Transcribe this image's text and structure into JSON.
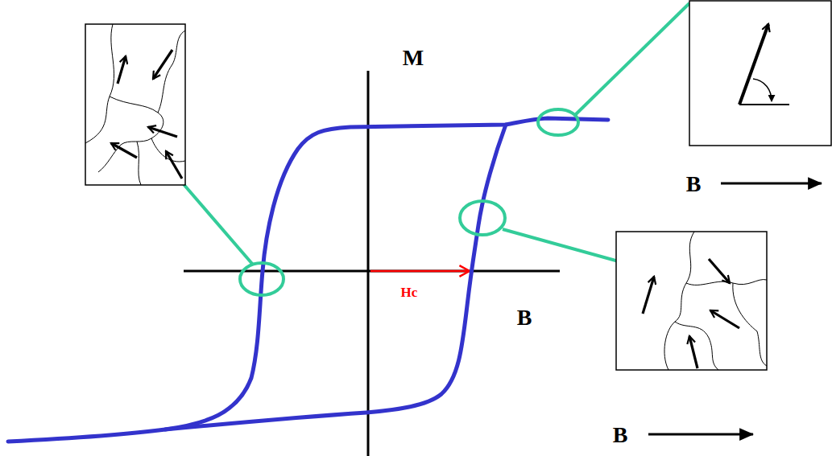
{
  "diagram": {
    "labels": [
      "M",
      "B",
      "Hc",
      "B",
      "B"
    ]
  }
}
